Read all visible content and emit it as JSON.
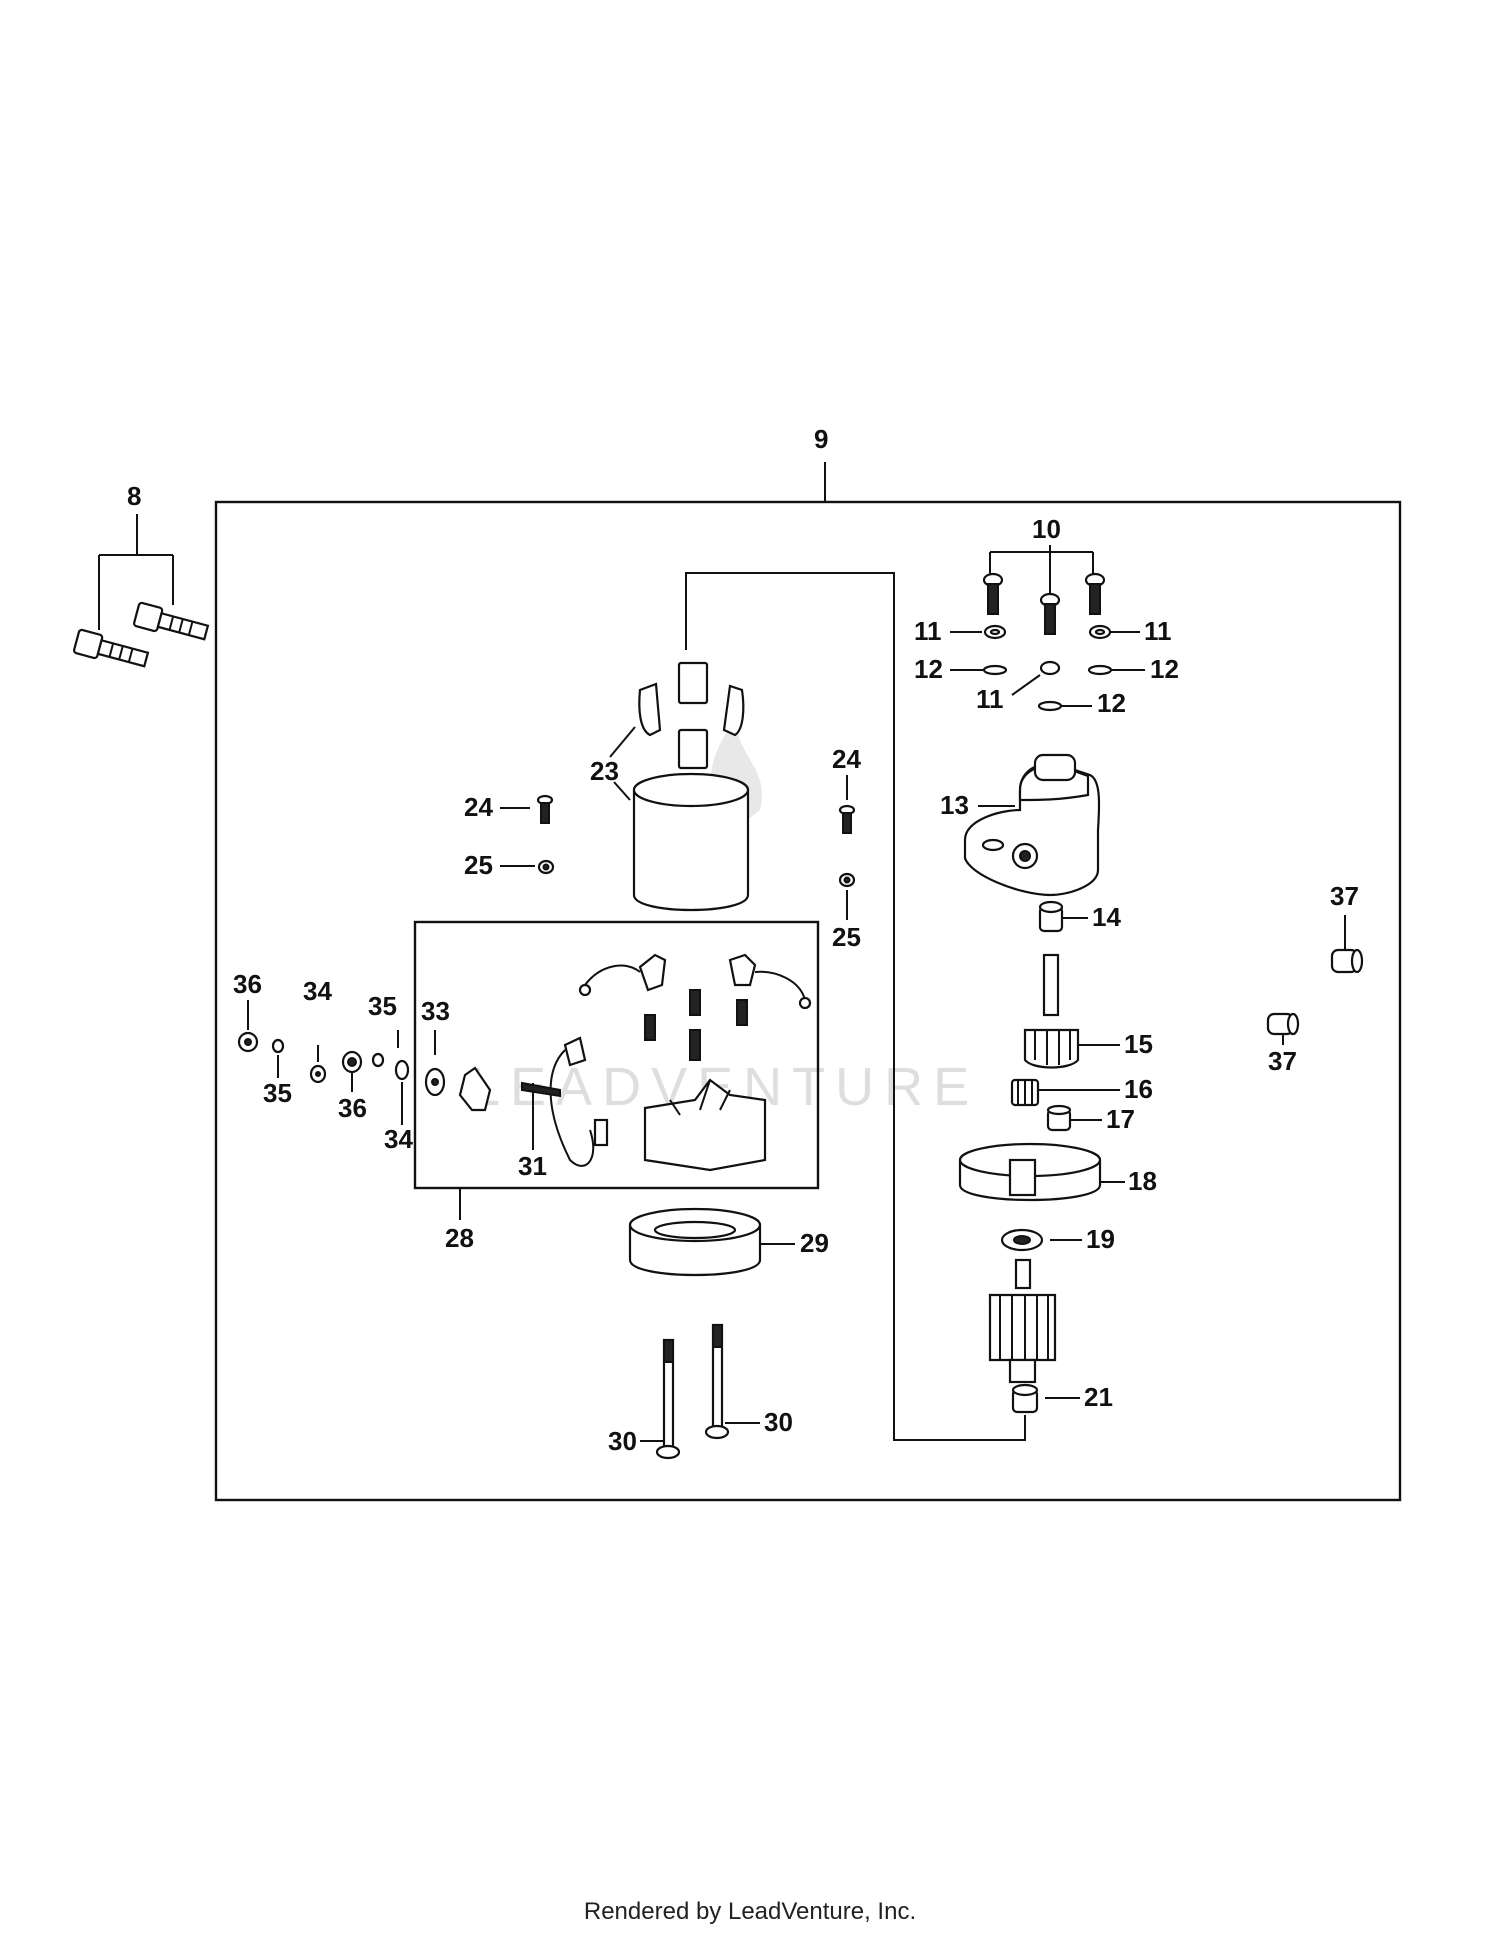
{
  "callouts": [
    "8",
    "9",
    "10",
    "11",
    "11",
    "11",
    "12",
    "12",
    "12",
    "13",
    "14",
    "15",
    "16",
    "17",
    "18",
    "19",
    "21",
    "23",
    "24",
    "24",
    "25",
    "25",
    "28",
    "29",
    "30",
    "30",
    "31",
    "33",
    "34",
    "34",
    "35",
    "35",
    "36",
    "36",
    "37",
    "37"
  ],
  "watermark": "LEADVENTURE",
  "footer": "Rendered by LeadVenture, Inc."
}
